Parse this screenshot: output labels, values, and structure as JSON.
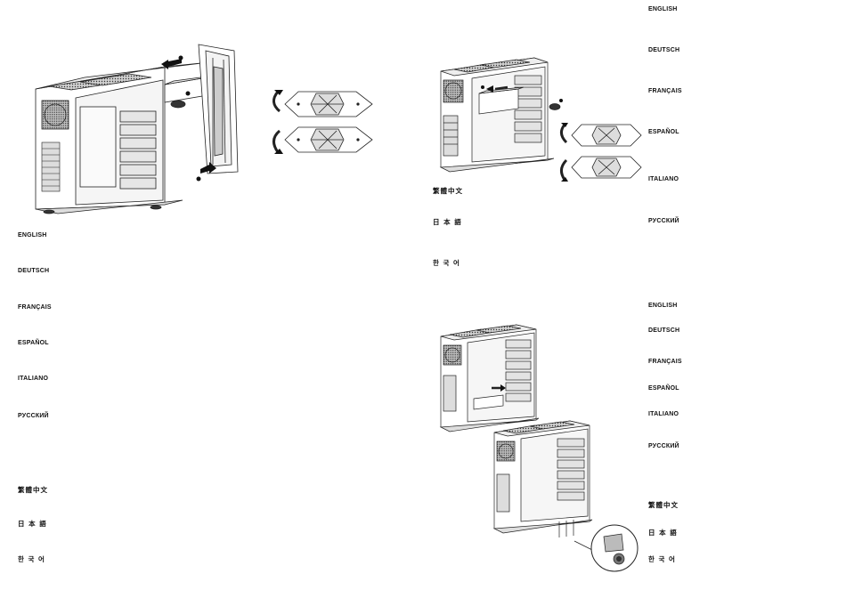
{
  "left_page": {
    "languages": [
      "ENGLISH",
      "DEUTSCH",
      "FRANÇAIS",
      "ESPAÑOL",
      "ITALIANO",
      "РУССКИЙ",
      "繁體中文",
      "日 本 語",
      "한 국 어"
    ]
  },
  "right_top": {
    "languages_right": [
      "ENGLISH",
      "DEUTSCH",
      "FRANÇAIS",
      "ESPAÑOL",
      "ITALIANO",
      "РУССКИЙ"
    ],
    "languages_left": [
      "繁體中文",
      "日 本 語",
      "한 국 어"
    ]
  },
  "right_bottom": {
    "languages": [
      "ENGLISH",
      "DEUTSCH",
      "FRANÇAIS",
      "ESPAÑOL",
      "ITALIANO",
      "РУССКИЙ",
      "繁體中文",
      "日 本 語",
      "한 국 어"
    ]
  },
  "colors": {
    "line": "#222222",
    "shade": "#9a9a9a",
    "dark": "#555555",
    "background": "#ffffff"
  }
}
